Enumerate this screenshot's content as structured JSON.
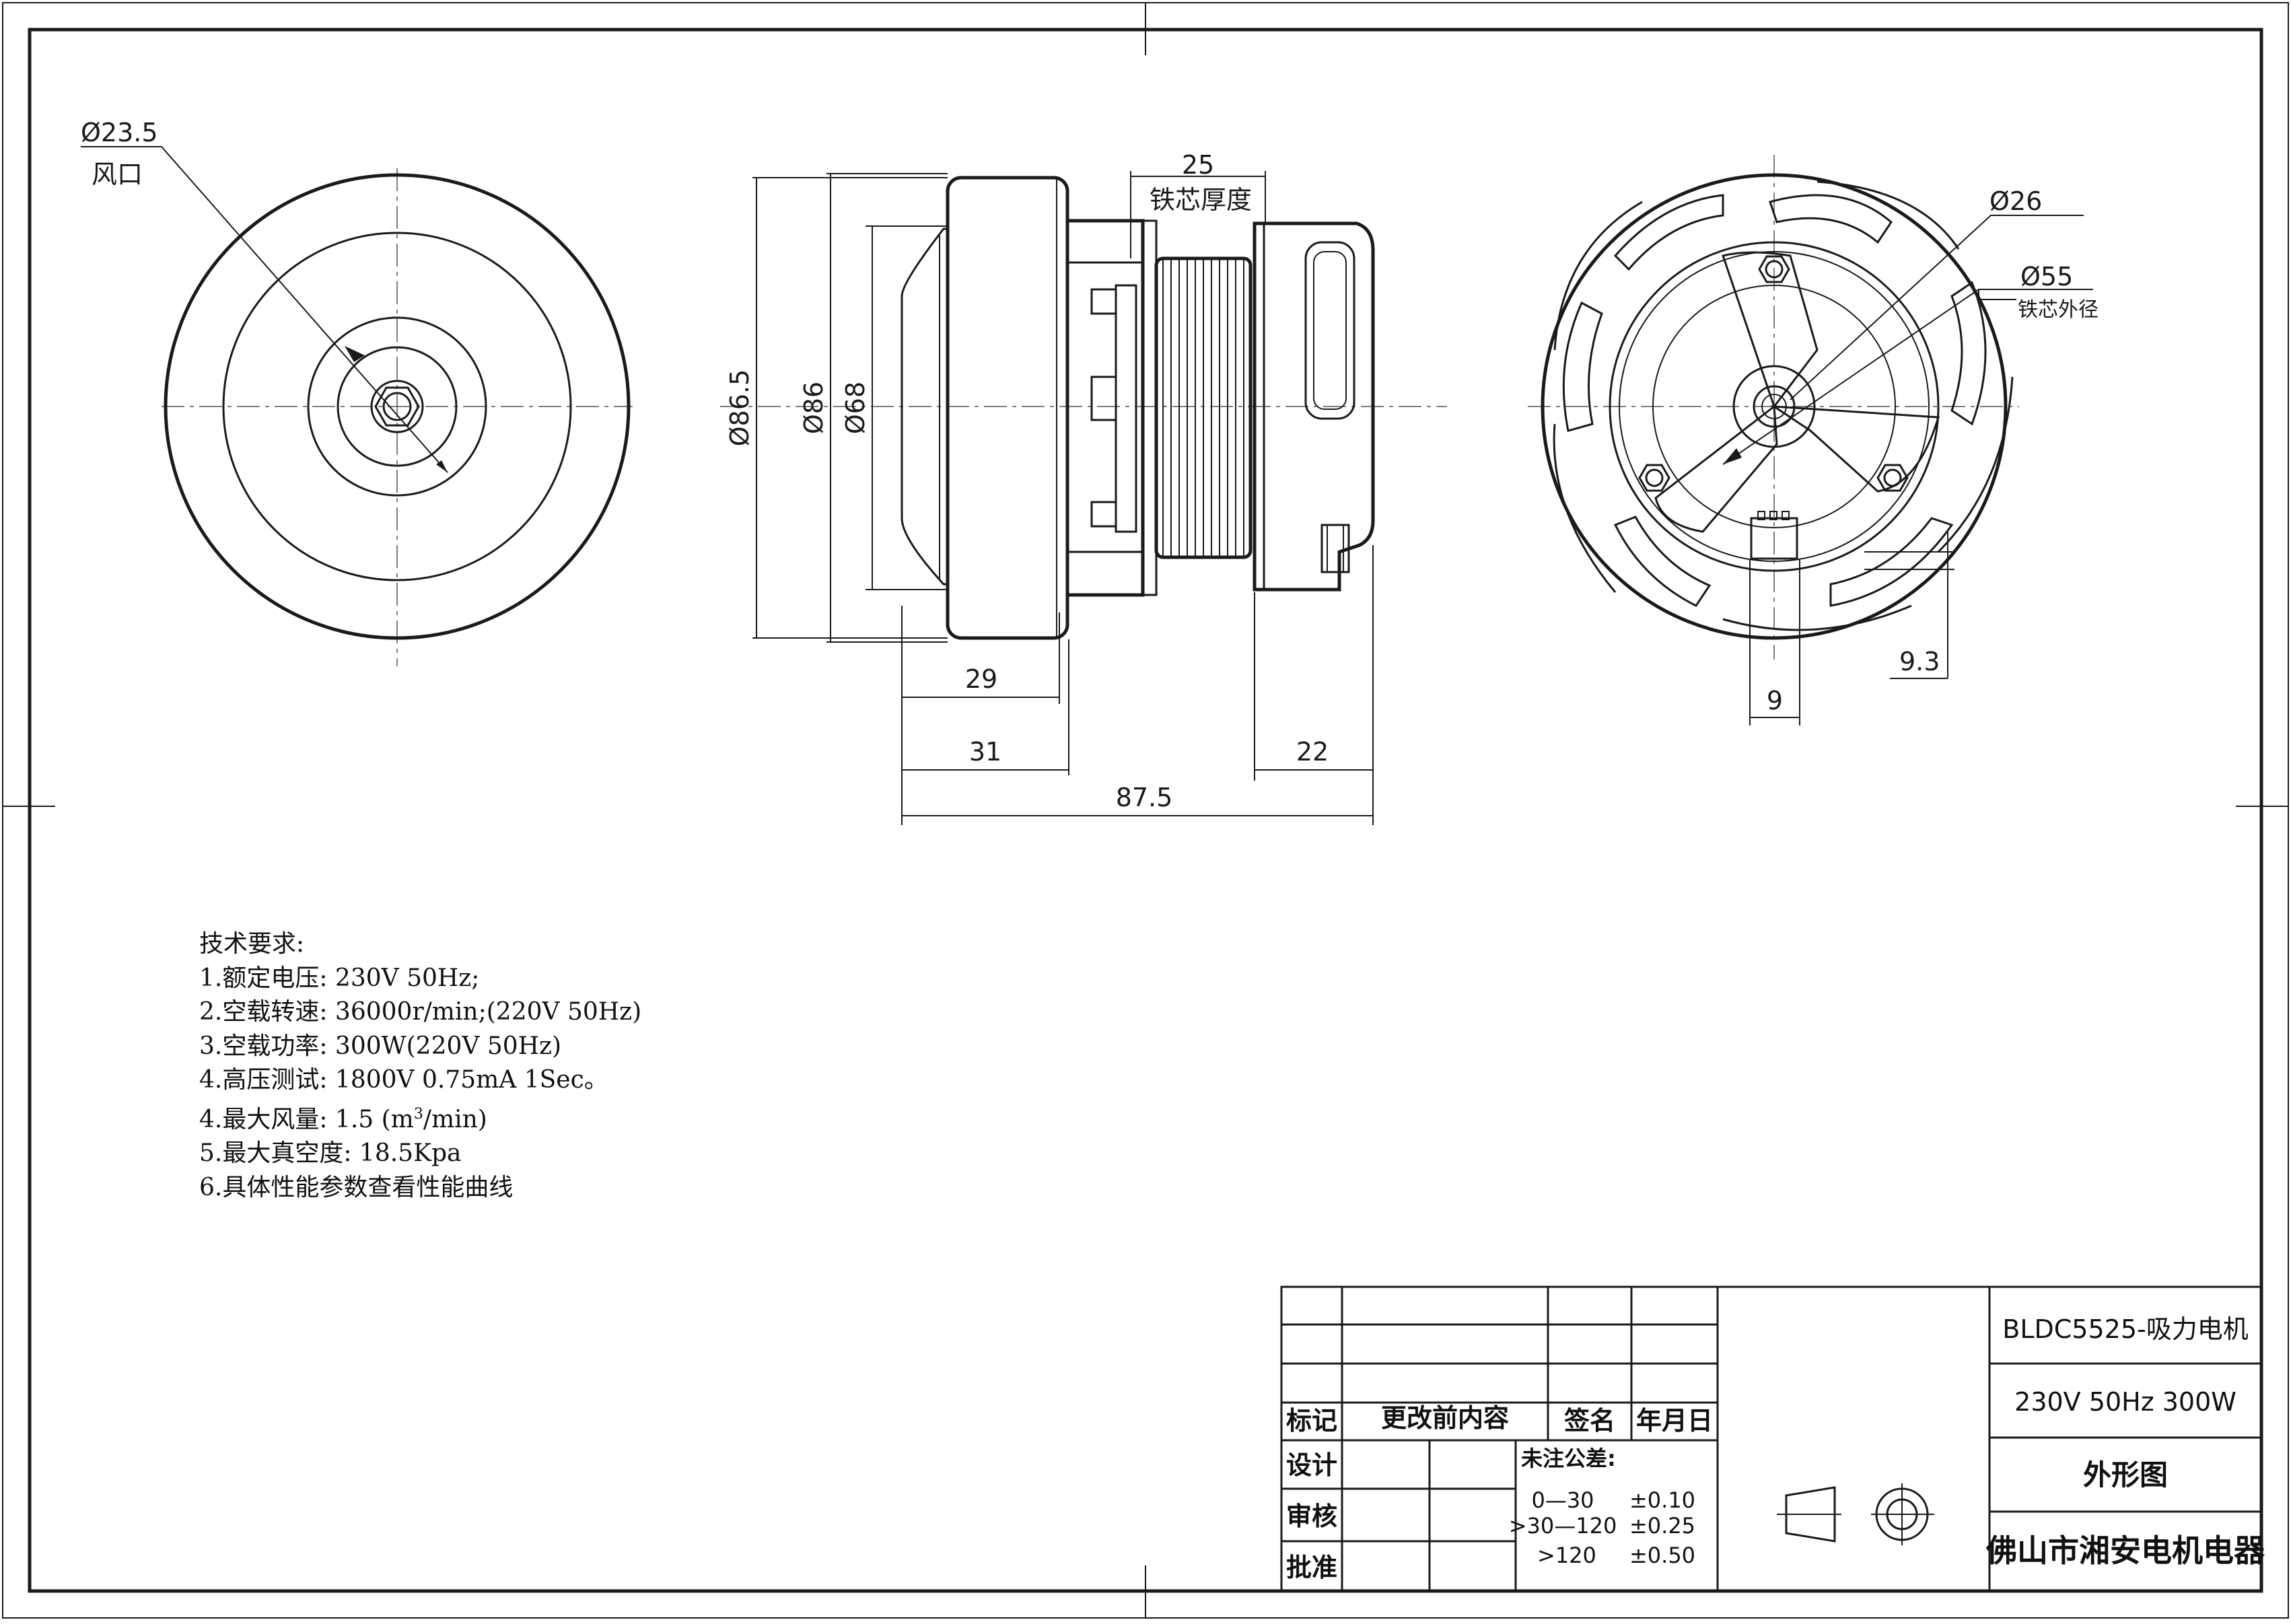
{
  "title_block": {
    "model": "BLDC5525-吸力电机",
    "rating": "230V 50Hz 300W",
    "drawing_name": "外形图",
    "company": "佛山市湘安电机电器",
    "rev_mark": "标记",
    "rev_content": "更改前内容",
    "rev_sign": "签名",
    "rev_date": "年月日",
    "design": "设计",
    "review": "审核",
    "approve": "批准",
    "tolerance_title": "未注公差:",
    "tolerances": [
      {
        "range": "0—30",
        "value": "±0.10"
      },
      {
        "range": ">30—120",
        "value": "±0.25"
      },
      {
        "range": ">120",
        "value": "±0.50"
      }
    ]
  },
  "front_view": {
    "dia_label": "Ø23.5",
    "note_label": "风口"
  },
  "side_view": {
    "dim_core_thickness": "25",
    "core_thickness_label": "铁芯厚度",
    "dim_86_5": "Ø86.5",
    "dim_86": "Ø86",
    "dim_68": "Ø68",
    "dim_29": "29",
    "dim_31": "31",
    "dim_22": "22",
    "dim_total": "87.5"
  },
  "rear_view": {
    "dim_26": "Ø26",
    "dim_55": "Ø55",
    "core_od_label": "铁芯外径",
    "dim_9_3": "9.3",
    "dim_9": "9"
  },
  "tech_requirements": {
    "heading": "技术要求:",
    "items": [
      "1.额定电压: 230V 50Hz;",
      "2.空载转速: 36000r/min;(220V 50Hz)",
      "3.空载功率: 300W(220V 50Hz)",
      "4.高压测试: 1800V 0.75mA 1Sec。",
      "5.最大真空度: 18.5Kpa",
      "6.具体性能参数查看性能曲线"
    ],
    "item_airflow_prefix": "4.最大风量: 1.5 (m",
    "item_airflow_sup": "3",
    "item_airflow_suffix": "/min)"
  }
}
